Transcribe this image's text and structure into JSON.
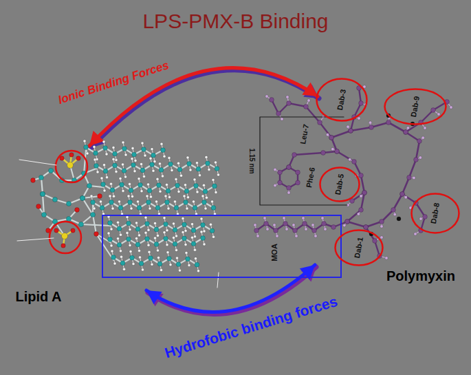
{
  "diagram": {
    "title": "LPS-PMX-B Binding",
    "nodes": [
      {
        "text": [
          "Dab-3"
        ]
      },
      {
        "text": [
          "Dab-9"
        ]
      },
      {
        "text": [
          "Dab-5"
        ]
      },
      {
        "text": [
          "Dab-8"
        ]
      },
      {
        "text": [
          "MOA"
        ]
      },
      {
        "text": [
          "Dab-1"
        ]
      }
    ],
    "labels": [
      "Ionic Binding Forces",
      "Leu-7",
      "Phe-6",
      "1.15 nm",
      "Lipid A",
      "Polymyxin",
      "Hydrofobic binding forces"
    ]
  }
}
